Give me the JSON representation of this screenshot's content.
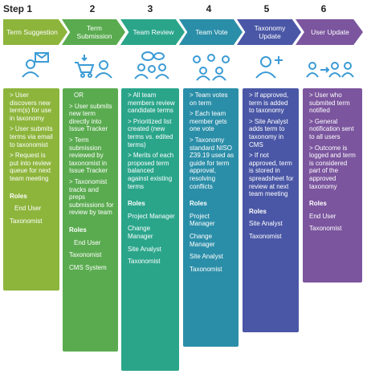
{
  "steps": [
    {
      "number": "Step 1",
      "title": "Term Suggestion",
      "icon": "email-user-icon",
      "color": "#8db53c",
      "items": [
        "> User discovers new term(s) for use in taxonomy",
        "> User submits terms via email to taxonomist",
        "> Request is put into review queue for next team meeting"
      ],
      "roles_label": "Roles",
      "roles": [
        "End User",
        "Taxonomist"
      ]
    },
    {
      "number": "2",
      "title": "Term Submission",
      "icon": "cart-user-icon",
      "color": "#5aab4f",
      "items": [
        "OR",
        "> User submits new term directly into Issue Tracker",
        "> Term submission reviewed by taxonomist in Issue Tracker",
        "> Taxonomist tracks and preps submissions for review by team"
      ],
      "roles_label": "Roles",
      "roles": [
        "End User",
        "Taxonomist",
        "CMS System"
      ]
    },
    {
      "number": "3",
      "title": "Team Review",
      "icon": "team-discussion-icon",
      "color": "#2aa58a",
      "items": [
        "> All team members review candidate terms",
        "> Prioritized list created (new terms vs. edited terms)",
        ">  Merits of each proposed term balanced against existing terms"
      ],
      "roles_label": "Roles",
      "roles": [
        "Project Manager",
        "Change Manager",
        "Site Analyst",
        "Taxonomist"
      ]
    },
    {
      "number": "4",
      "title": "Team Vote",
      "icon": "team-vote-icon",
      "color": "#2b8ea8",
      "items": [
        "> Team votes on term",
        "> Each team member gets one vote",
        "> Taxonomy standard NISO Z39.19 used as guide for term approval, resolving conflicts"
      ],
      "roles_label": "Roles",
      "roles": [
        "Project Manager",
        "Change Manager",
        "Site Analyst",
        "Taxonomist"
      ]
    },
    {
      "number": "5",
      "title": "Taxonomy Update",
      "icon": "add-user-icon",
      "color": "#4a57a6",
      "items": [
        "> If approved, term is added to taxonomy",
        "> Site Analyst adds term to taxonomy in CMS",
        "> If not approved, term is stored in spreadsheet for review at next team meeting"
      ],
      "roles_label": "Roles",
      "roles": [
        "Site Analyst",
        "Taxonomist"
      ]
    },
    {
      "number": "6",
      "title": "User Update",
      "icon": "notify-users-icon",
      "color": "#7b559e",
      "items": [
        "> User who submited term notified",
        "> General notification sent to all users",
        ">  Outcome is logged and term is considered part of the approved taxonomy"
      ],
      "roles_label": "Roles",
      "roles": [
        "End User",
        "Taxonomist"
      ]
    }
  ]
}
